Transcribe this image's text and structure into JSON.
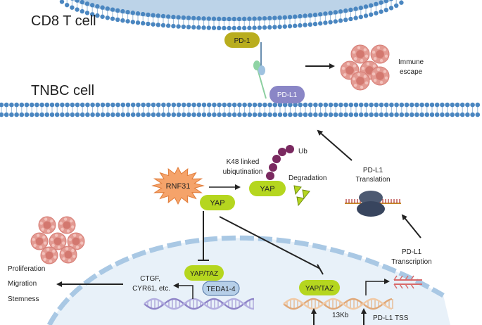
{
  "labels": {
    "cd8_cell": "CD8 T cell",
    "tnbc_cell": "TNBC cell",
    "pd1": "PD-1",
    "pdl1": "PD-L1",
    "immune": "Immune",
    "escape": "escape",
    "k48_1": "K48 linked",
    "k48_2": "ubiqutination",
    "ub": "Ub",
    "rnf31": "RNF31",
    "yap_free": "YAP",
    "yap_bound": "YAP",
    "degradation": "Degradation",
    "pdl1_translation_1": "PD-L1",
    "pdl1_translation_2": "Translation",
    "proliferation": "Proliferation",
    "migration": "Migration",
    "stemness": "Stemness",
    "ctgf": "CTGF,",
    "cyr61": "CYR61, etc.",
    "yaptaz_left": "YAP/TAZ",
    "tead": "TEDA1-4",
    "yaptaz_right": "YAP/TAZ",
    "kb": "13Kb",
    "pdl1_tss": "PD-L1 TSS",
    "pdl1_transcription_1": "PD-L1",
    "pdl1_transcription_2": "Transcription"
  },
  "colors": {
    "membrane_bead": "#4a86c0",
    "cd8_fill": "#bcd3e8",
    "pd1_fill": "#b9ad1e",
    "pdl1_fill": "#8a86c6",
    "yap_fill": "#b5d61f",
    "rnf31_fill": "#f5a36a",
    "tead_fill": "#b6cfe8",
    "ub_bead": "#7a2960",
    "nucleus_fill": "#e8f1f9",
    "cell_pink": "#e39a92"
  }
}
